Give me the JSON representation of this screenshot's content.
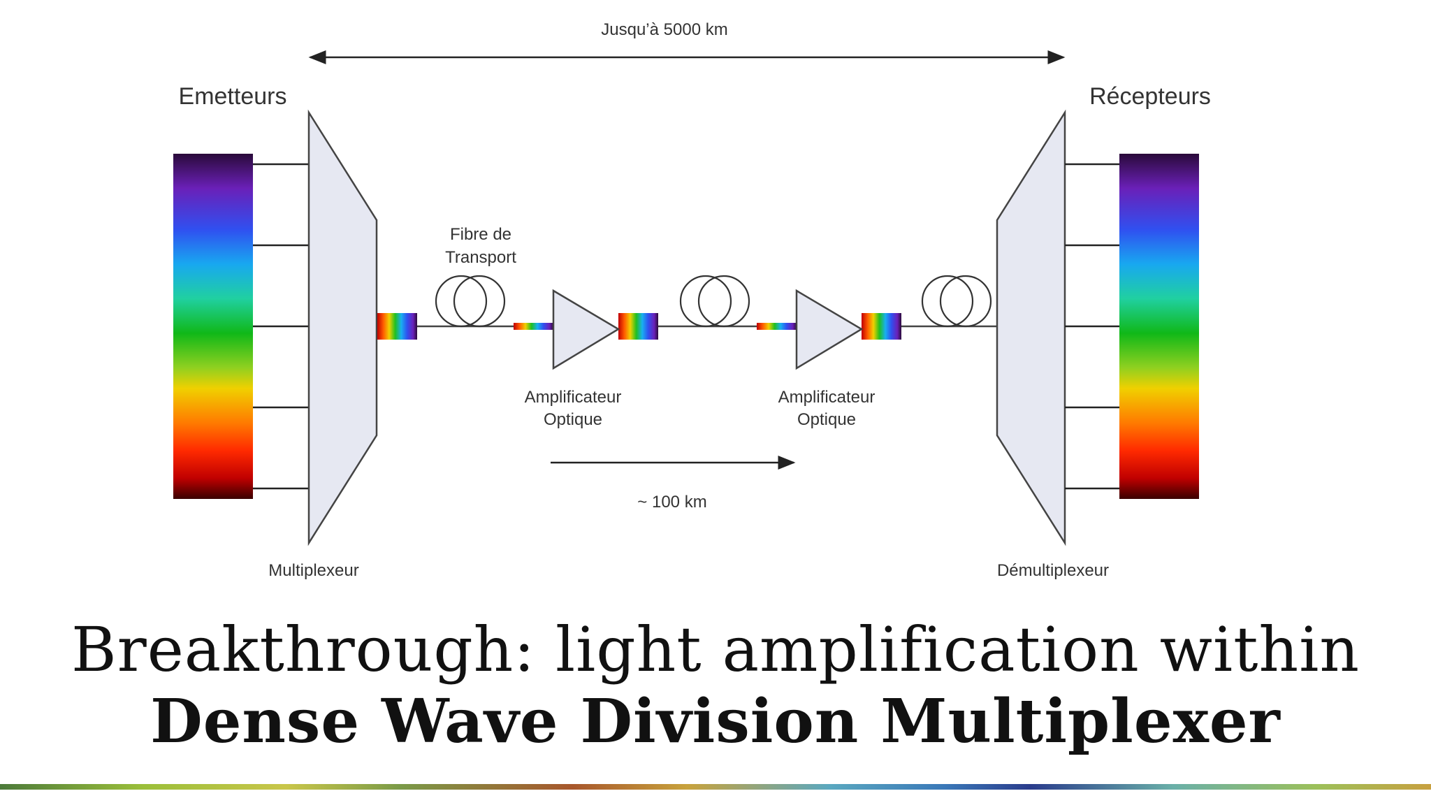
{
  "diagram": {
    "distance_total": "Jusqu’à 5000 km",
    "emitters_label": "Emetteurs",
    "receivers_label": "Récepteurs",
    "fiber_label_line1": "Fibre de",
    "fiber_label_line2": "Transport",
    "amplifier1_line1": "Amplificateur",
    "amplifier1_line2": "Optique",
    "amplifier2_line1": "Amplificateur",
    "amplifier2_line2": "Optique",
    "span_distance": "~ 100 km",
    "mux_label": "Multiplexeur",
    "demux_label": "Démultiplexeur"
  },
  "title": {
    "line1": "Breakthrough: light amplification within",
    "line2": "Dense Wave Division Multiplexer"
  },
  "colors": {
    "spectrum": [
      "#2a0a3a",
      "#6a20b8",
      "#3050f0",
      "#18a8f0",
      "#20d0a0",
      "#10b818",
      "#90d020",
      "#f0d000",
      "#ff7a00",
      "#ff2a00",
      "#c00000",
      "#3a0000"
    ],
    "line": "#222222",
    "shape_fill": "#e6e8f2",
    "shape_stroke": "#444444"
  }
}
